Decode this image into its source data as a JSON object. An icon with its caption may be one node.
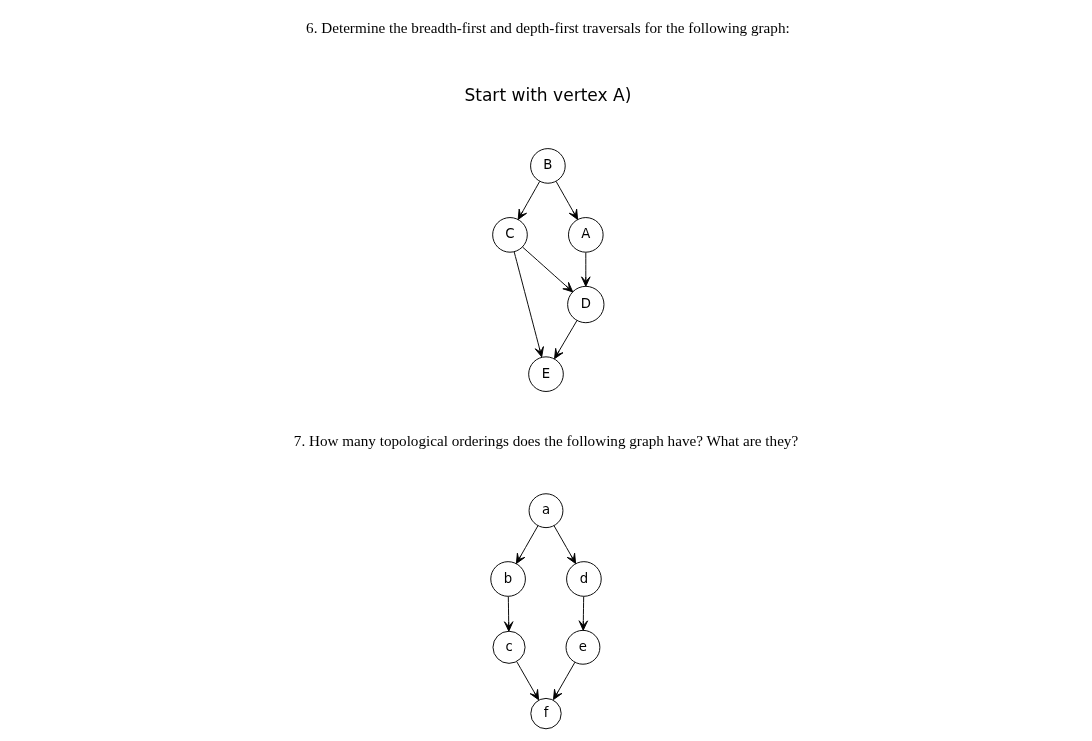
{
  "diagram": {
    "nodes": [
      {
        "text": [
          "B"
        ]
      },
      {
        "text": [
          "C"
        ]
      },
      {
        "text": [
          "E"
        ]
      },
      {
        "text": [
          "A"
        ]
      },
      {
        "text": [
          "D"
        ]
      },
      {
        "text": [
          "a"
        ]
      },
      {
        "text": [
          "b"
        ]
      },
      {
        "text": [
          "c"
        ]
      },
      {
        "text": [
          "f"
        ]
      },
      {
        "text": [
          "d"
        ]
      },
      {
        "text": [
          "e"
        ]
      }
    ],
    "edges": [
      {
        "from": 0,
        "to": 1,
        "arrow": "to"
      },
      {
        "from": 1,
        "to": 2,
        "arrow": "to"
      },
      {
        "from": 0,
        "to": 3,
        "arrow": "to"
      },
      {
        "from": 1,
        "to": 4,
        "arrow": "to"
      },
      {
        "from": 3,
        "to": 4,
        "arrow": "to"
      },
      {
        "from": 4,
        "to": 2,
        "arrow": "to"
      },
      {
        "from": 5,
        "to": 6,
        "arrow": "to"
      },
      {
        "from": 6,
        "to": 7,
        "arrow": "to"
      },
      {
        "from": 7,
        "to": 8,
        "arrow": "to"
      },
      {
        "from": 5,
        "to": 9,
        "arrow": "to"
      },
      {
        "from": 9,
        "to": 10,
        "arrow": "to"
      },
      {
        "from": 10,
        "to": 8,
        "arrow": "to"
      }
    ],
    "labels": [
      "6. Determine the breadth-first and depth-first traversals for the following graph:",
      "Start with vertex A)",
      "7. How many topological orderings does the following graph have? What are they?"
    ]
  }
}
